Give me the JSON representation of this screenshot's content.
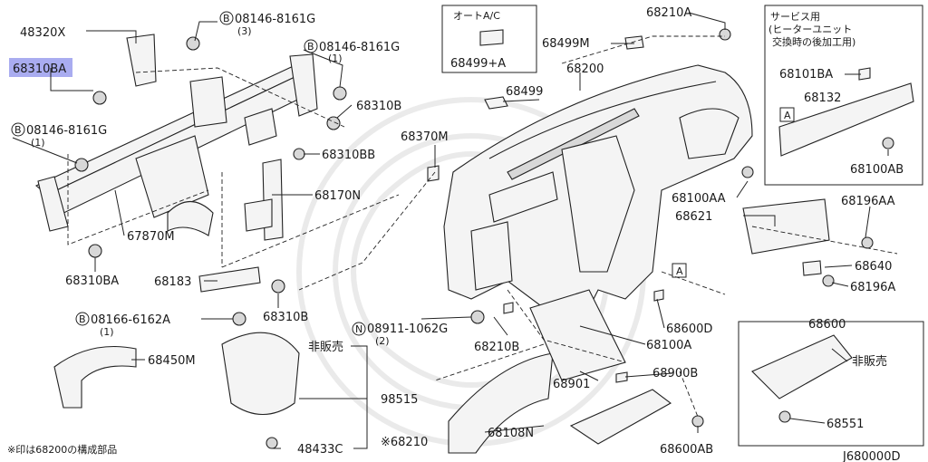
{
  "highlight_color": "#a9acf0",
  "diagram_code": "J680000D",
  "footnote": "※印は68200の構成部品",
  "inset_ac": {
    "title": "オートA/C",
    "part": "68499+A"
  },
  "inset_service": {
    "line1": "サービス用",
    "line2": "(ヒーターユニット",
    "line3": "交換時の後加工用)",
    "parts": [
      "68101BA",
      "68132",
      "68100AB"
    ],
    "ref": "A"
  },
  "inset_68600": {
    "title": "68600",
    "note": "非販売",
    "part": "68551"
  },
  "labels": [
    {
      "id": "p48320x",
      "text": "48320X"
    },
    {
      "id": "p68310ba_top",
      "text": "68310BA"
    },
    {
      "id": "b1",
      "text": "08146-8161G"
    },
    {
      "id": "b1q",
      "text": "(3)"
    },
    {
      "id": "b2",
      "text": "08146-8161G"
    },
    {
      "id": "b2q",
      "text": "(1)"
    },
    {
      "id": "b3",
      "text": "08146-8161G"
    },
    {
      "id": "b3q",
      "text": "(1)"
    },
    {
      "id": "p68310b_a",
      "text": "68310B"
    },
    {
      "id": "p68310bb",
      "text": "68310BB"
    },
    {
      "id": "p68170n",
      "text": "68170N"
    },
    {
      "id": "p67870m",
      "text": "67870M"
    },
    {
      "id": "p68310ba_bot",
      "text": "68310BA"
    },
    {
      "id": "p68183",
      "text": "68183"
    },
    {
      "id": "p68310b_b",
      "text": "68310B"
    },
    {
      "id": "b4",
      "text": "08166-6162A"
    },
    {
      "id": "b4q",
      "text": "(1)"
    },
    {
      "id": "p68450m",
      "text": "68450M"
    },
    {
      "id": "hanbai1",
      "text": "非販売"
    },
    {
      "id": "p98515",
      "text": "98515"
    },
    {
      "id": "p48433c",
      "text": "48433C"
    },
    {
      "id": "p68210",
      "text": "※68210"
    },
    {
      "id": "p68108n",
      "text": "68108N"
    },
    {
      "id": "p68600ab",
      "text": "68600AB"
    },
    {
      "id": "p68900b",
      "text": "68900B"
    },
    {
      "id": "p68901",
      "text": "68901"
    },
    {
      "id": "n1",
      "text": "08911-1062G"
    },
    {
      "id": "n1q",
      "text": "(2)"
    },
    {
      "id": "p68210b",
      "text": "68210B"
    },
    {
      "id": "p68100a",
      "text": "68100A"
    },
    {
      "id": "p68600d",
      "text": "68600D"
    },
    {
      "id": "p68370m",
      "text": "68370M"
    },
    {
      "id": "p68499",
      "text": "68499"
    },
    {
      "id": "p68200",
      "text": "68200"
    },
    {
      "id": "p68499m",
      "text": "68499M"
    },
    {
      "id": "p68210a",
      "text": "68210A"
    },
    {
      "id": "p68100aa",
      "text": "68100AA"
    },
    {
      "id": "p68621",
      "text": "68621"
    },
    {
      "id": "p68196aa",
      "text": "68196AA"
    },
    {
      "id": "p68640",
      "text": "68640"
    },
    {
      "id": "p68196a",
      "text": "68196A"
    },
    {
      "id": "refA",
      "text": "A"
    },
    {
      "id": "circB",
      "text": "B"
    },
    {
      "id": "circN",
      "text": "N"
    }
  ]
}
